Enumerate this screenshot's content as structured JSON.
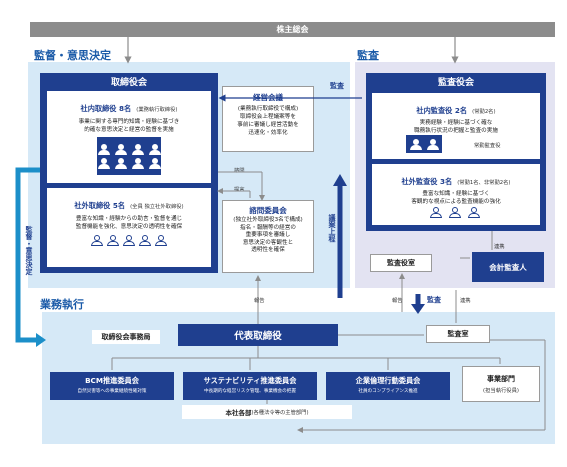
{
  "top": {
    "agm": "株主総会"
  },
  "sections": {
    "supervision": "監督・意思決定",
    "audit": "監査",
    "execution": "業務執行"
  },
  "board": {
    "title": "取締役会",
    "internal_title": "社内取締役 8名",
    "internal_sub": "(業務執行取締役)",
    "internal_desc": [
      "事業に関する専門的知識・経験に基づき",
      "的確な意思決定と経営の監督を実施"
    ],
    "external_title": "社外取締役 5名",
    "external_sub": "(全員 独立社外取締役)",
    "external_desc": [
      "豊富な知識・経験からの助言・監督を通じ",
      "監督機能を強化、意思決定の透明性を確保"
    ]
  },
  "mgmt_meeting": {
    "title": "経営会議",
    "desc": [
      "(業務執行取締役で構成)",
      "取締役会上程議案等を",
      "事前に審議し経営活動を",
      "迅速化・効率化"
    ]
  },
  "advisory": {
    "title": "諮問委員会",
    "desc": [
      "(独立社外取締役3名で構成)",
      "指名・報酬等の経営の",
      "重要事項を審議し",
      "意思決定の客観性と",
      "透明性を確保"
    ]
  },
  "labels": {
    "consult": "諮問",
    "propose": "提言",
    "audit_arrow": "監査",
    "proposal_up": "議案上程",
    "supervise_left": "監督・意思決定",
    "report1": "報告",
    "report2": "報告",
    "audit_down": "監査",
    "cooperate1": "連携",
    "cooperate2": "連携",
    "fulltime_auditor": "常勤監査役"
  },
  "audit_board": {
    "title": "監査役会",
    "internal_title": "社内監査役 2名",
    "internal_sub": "(常勤2名)",
    "internal_desc": [
      "実務経験・経験に基づく確な",
      "職務執行状況の把握と監査の実施"
    ],
    "external_title": "社外監査役 3名",
    "external_sub": "(常勤1名、非常勤2名)",
    "external_desc": [
      "豊富な知識・経験に基づく",
      "客観的な視点による監査機能の強化"
    ]
  },
  "audit_office": "監査役室",
  "accounting_auditor": "会計監査人",
  "board_office": "取締役会事務局",
  "president": "代表取締役",
  "internal_audit": "監査室",
  "committees": [
    {
      "title": "BCM推進委員会",
      "desc": "自然災害等への事業継続性確対策"
    },
    {
      "title": "サステナビリティ推進委員会",
      "desc": "中長期的な経営リスク管理、事業機会の把握"
    },
    {
      "title": "企業倫理行動委員会",
      "desc": "社員のコンプライアンス推進"
    }
  ],
  "business_div": {
    "title": "事業部門",
    "sub": "(担当執行役員)"
  },
  "hq": {
    "title": "本社各部",
    "sub": "(各種法令等の主管部門)"
  },
  "colors": {
    "navy": "#1f3f8f",
    "sky": "#d6e9f7",
    "lilac": "#e3e3f2",
    "teal": "#1c8fc9",
    "gray": "#8c8c8c"
  }
}
